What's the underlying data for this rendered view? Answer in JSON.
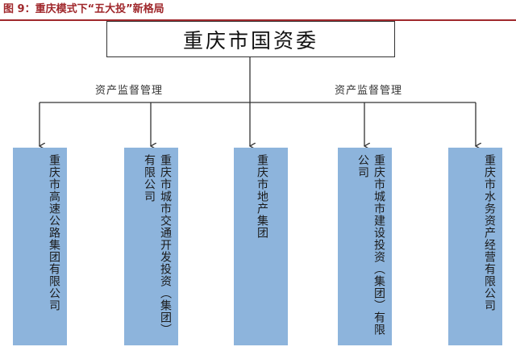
{
  "caption": "图 9：重庆模式下“五大投”新格局",
  "root": {
    "label": "重庆市国资委"
  },
  "supervision_labels": [
    "资产监督管理",
    "资产监督管理"
  ],
  "companies": [
    {
      "name": "重庆市高速公路集团有限公司"
    },
    {
      "name": "重庆市城市交通开发投资（集团）有限公司"
    },
    {
      "name": "重庆市地产集团"
    },
    {
      "name": "重庆市城市建设投资（集团）有限公司"
    },
    {
      "name": "重庆市水务资产经营有限公司"
    }
  ],
  "colors": {
    "caption": "#a0282c",
    "box_fill": "#8db4dc",
    "line": "#333333"
  }
}
